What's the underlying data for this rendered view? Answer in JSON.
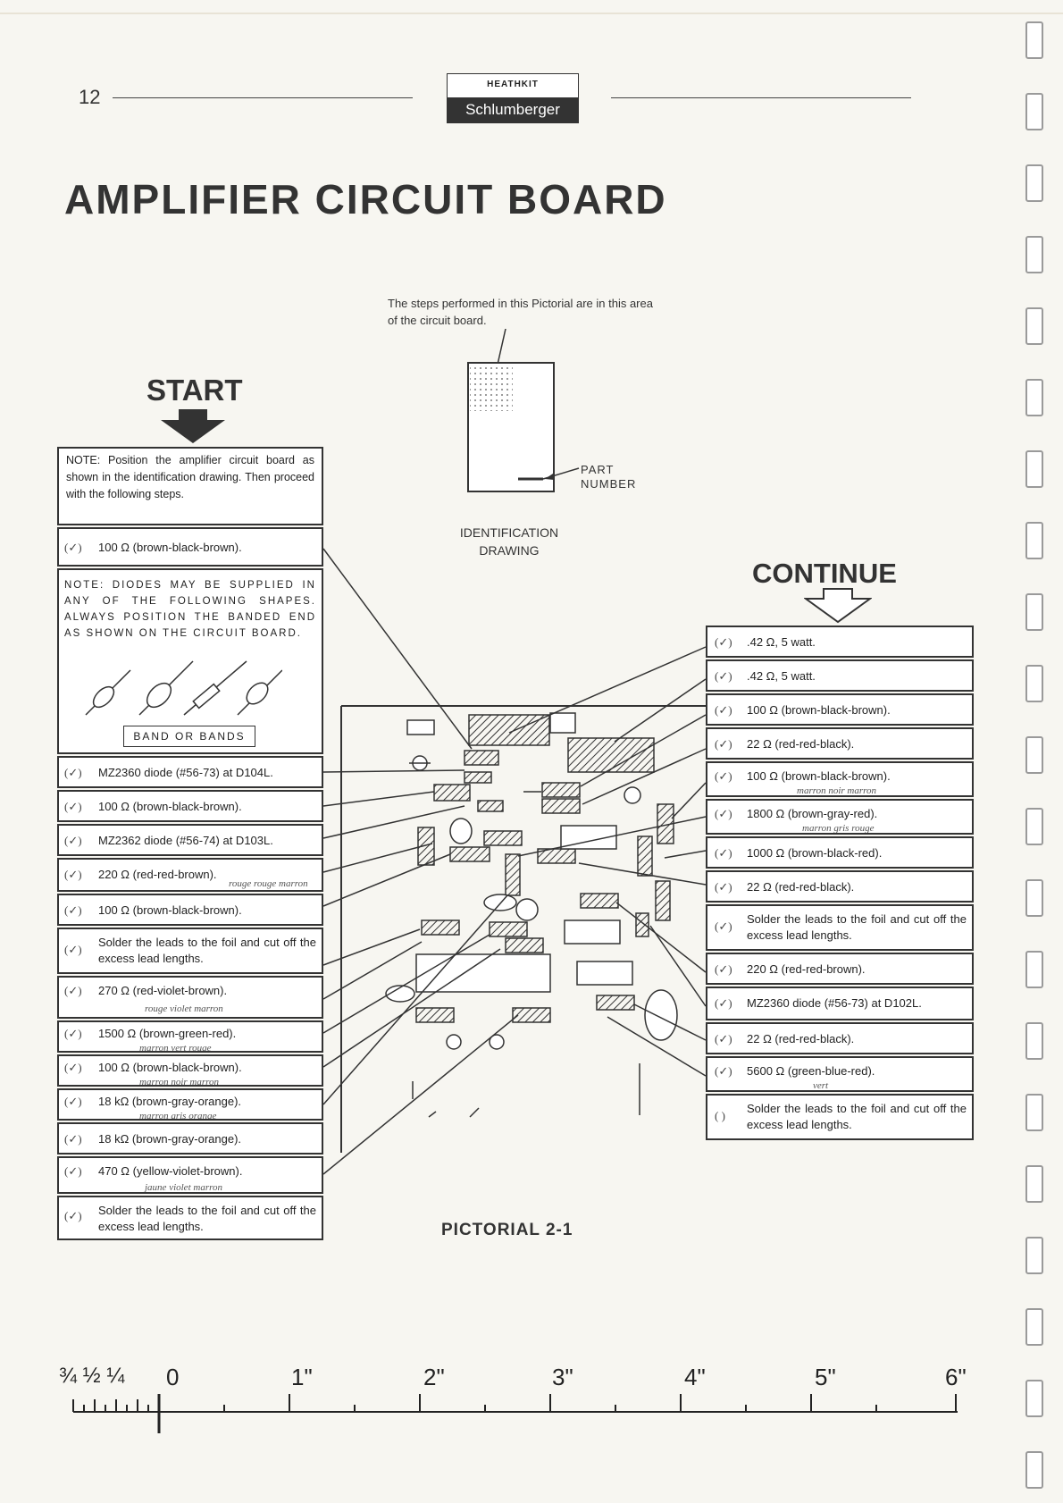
{
  "header": {
    "page_number": "12",
    "logo_brand": "HEATHKIT",
    "logo_sub": "Schlumberger"
  },
  "title": "AMPLIFIER CIRCUIT BOARD",
  "identification": {
    "caption": "The steps performed in this Pictorial are in this area of the circuit board.",
    "part_number_label": "PART NUMBER",
    "drawing_label": "IDENTIFICATION DRAWING"
  },
  "start_label": "START",
  "continue_label": "CONTINUE",
  "left_note": "NOTE: Position the amplifier circuit board as shown in the identification drawing. Then proceed with the following steps.",
  "diode_note": "NOTE: DIODES MAY BE SUPPLIED IN ANY OF THE FOLLOWING SHAPES. ALWAYS POSITION THE BANDED END AS SHOWN ON THE CIRCUIT BOARD.",
  "band_label": "BAND OR BANDS",
  "left_steps": [
    {
      "check": "(✓)",
      "text": "100 Ω (brown-black-brown).",
      "hand": ""
    },
    {
      "check": "(✓)",
      "text": "MZ2360 diode (#56-73) at D104L.",
      "hand": ""
    },
    {
      "check": "(✓)",
      "text": "100 Ω (brown-black-brown).",
      "hand": ""
    },
    {
      "check": "(✓)",
      "text": "MZ2362 diode (#56-74) at D103L.",
      "hand": ""
    },
    {
      "check": "(✓)",
      "text": "220 Ω (red-red-brown).",
      "hand": "rouge rouge marron"
    },
    {
      "check": "(✓)",
      "text": "100 Ω (brown-black-brown).",
      "hand": ""
    },
    {
      "check": "(✓)",
      "text": "Solder the leads to the foil and cut off the excess lead lengths.",
      "hand": ""
    },
    {
      "check": "(✓)",
      "text": "270 Ω (red-violet-brown).",
      "hand": "rouge violet marron"
    },
    {
      "check": "(✓)",
      "text": "1500 Ω (brown-green-red).",
      "hand": "marron vert rouge"
    },
    {
      "check": "(✓)",
      "text": "100 Ω (brown-black-brown).",
      "hand": "marron noir marron"
    },
    {
      "check": "(✓)",
      "text": "18 kΩ (brown-gray-orange).",
      "hand": "marron gris orange"
    },
    {
      "check": "(✓)",
      "text": "18 kΩ (brown-gray-orange).",
      "hand": ""
    },
    {
      "check": "(✓)",
      "text": "470 Ω (yellow-violet-brown).",
      "hand": "jaune violet marron"
    },
    {
      "check": "(✓)",
      "text": "Solder the leads to the foil and cut off the excess lead lengths.",
      "hand": ""
    }
  ],
  "right_steps": [
    {
      "check": "(✓)",
      "text": ".42 Ω, 5 watt.",
      "hand": ""
    },
    {
      "check": "(✓)",
      "text": ".42 Ω, 5 watt.",
      "hand": ""
    },
    {
      "check": "(✓)",
      "text": "100 Ω (brown-black-brown).",
      "hand": ""
    },
    {
      "check": "(✓)",
      "text": "22 Ω (red-red-black).",
      "hand": ""
    },
    {
      "check": "(✓)",
      "text": "100 Ω (brown-black-brown).",
      "hand": "marron noir marron"
    },
    {
      "check": "(✓)",
      "text": "1800 Ω (brown-gray-red).",
      "hand": "marron gris rouge"
    },
    {
      "check": "(✓)",
      "text": "1000 Ω (brown-black-red).",
      "hand": ""
    },
    {
      "check": "(✓)",
      "text": "22 Ω (red-red-black).",
      "hand": ""
    },
    {
      "check": "(✓)",
      "text": "Solder the leads to the foil and cut off the excess lead lengths.",
      "hand": ""
    },
    {
      "check": "(✓)",
      "text": "220 Ω (red-red-brown).",
      "hand": ""
    },
    {
      "check": "(✓)",
      "text": "MZ2360 diode (#56-73) at D102L.",
      "hand": ""
    },
    {
      "check": "(✓)",
      "text": "22 Ω (red-red-black).",
      "hand": ""
    },
    {
      "check": "(✓)",
      "text": "5600 Ω (green-blue-red).",
      "hand": "vert"
    },
    {
      "check": "(  )",
      "text": "Solder the leads to the foil and cut off the excess lead lengths.",
      "hand": ""
    }
  ],
  "pictorial_caption": "PICTORIAL 2-1",
  "ruler": {
    "fractions": "¾ ½ ¼",
    "labels": [
      "0",
      "1\"",
      "2\"",
      "3\"",
      "4\"",
      "5\"",
      "6\""
    ]
  }
}
